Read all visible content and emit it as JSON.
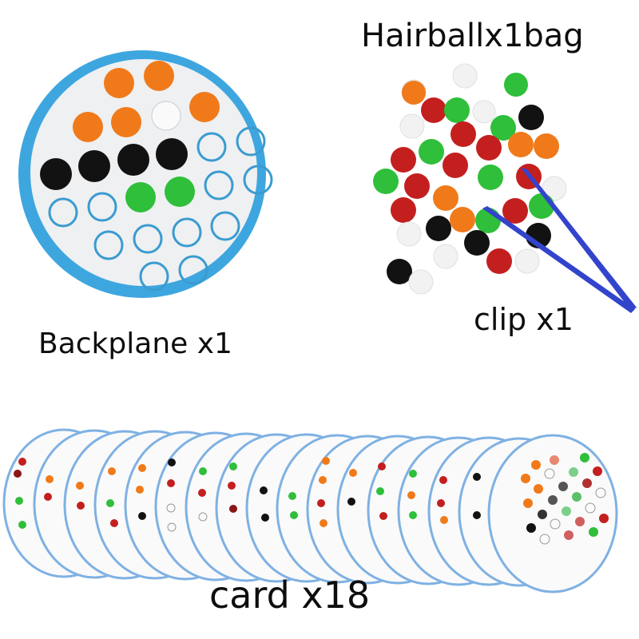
{
  "labels": {
    "hairball": "Hairballx1bag",
    "backplane": "Backplane x1",
    "clip": "clip x1",
    "card": "card x18"
  },
  "colors": {
    "felt_border": "#3ea6df",
    "felt_face": "#eef0f2",
    "ring": "#3a9bd0",
    "orange": "#f07a1a",
    "red": "#c41f1f",
    "green": "#2fbf3a",
    "black": "#121212",
    "white_ball": "#f2f2f2",
    "tweezer": "#3344cc",
    "card_edge": "#7fb1e3"
  },
  "items": [
    {
      "name": "backplane",
      "count": 1
    },
    {
      "name": "hairball",
      "count": "1 bag"
    },
    {
      "name": "clip",
      "count": 1
    },
    {
      "name": "card",
      "count": 18
    }
  ]
}
